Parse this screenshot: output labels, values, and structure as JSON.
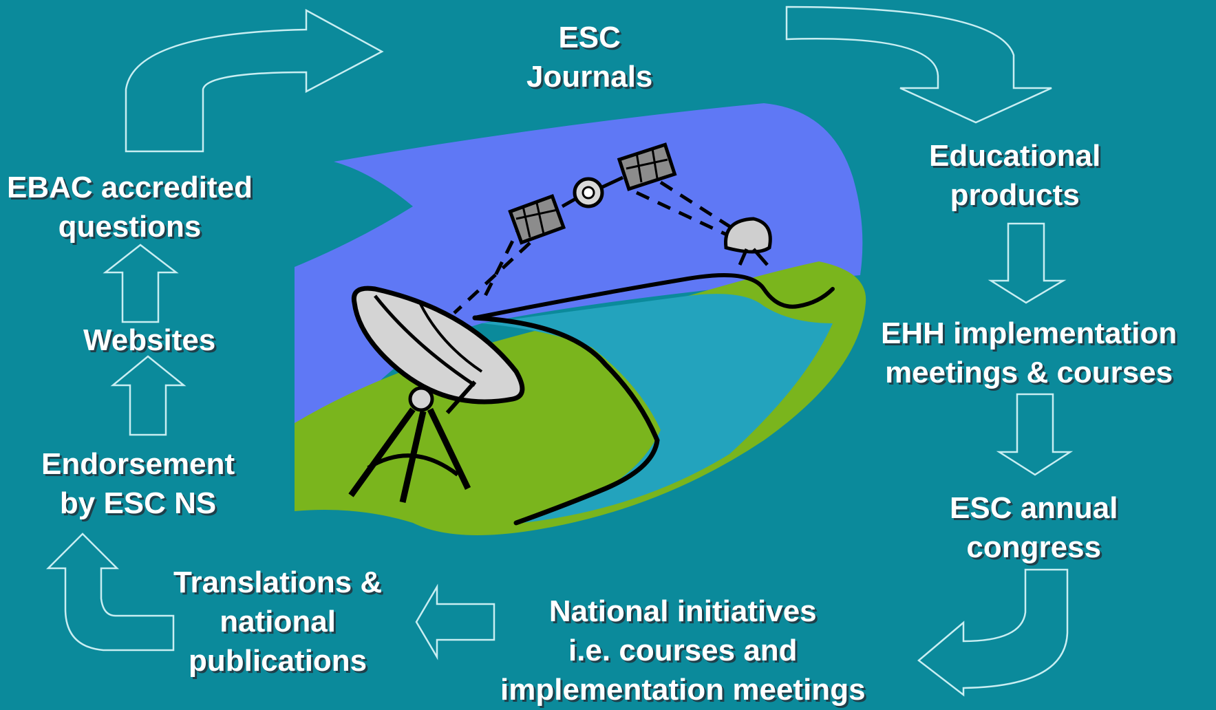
{
  "nodes": {
    "esc_journals": [
      "ESC",
      "Journals"
    ],
    "educational_products": [
      "Educational",
      "products"
    ],
    "ehh_meetings": [
      "EHH implementation",
      "meetings & courses"
    ],
    "esc_congress": [
      "ESC annual",
      "congress"
    ],
    "national_initiatives": [
      "National initiatives",
      "i.e. courses and",
      "implementation meetings"
    ],
    "translations": [
      "Translations &",
      "national",
      "publications"
    ],
    "endorsement": [
      "Endorsement",
      "by ESC NS"
    ],
    "websites": [
      "Websites"
    ],
    "ebac": [
      "EBAC accredited",
      "questions"
    ]
  },
  "colors": {
    "background": "#0b8a9b",
    "arrow_outline": "#c9eef2",
    "sky": "#5f78f5",
    "land": "#7ab51d",
    "water": "#23a3bd",
    "text": "#ffffff"
  },
  "illustration": "satellite-dish-clipart"
}
